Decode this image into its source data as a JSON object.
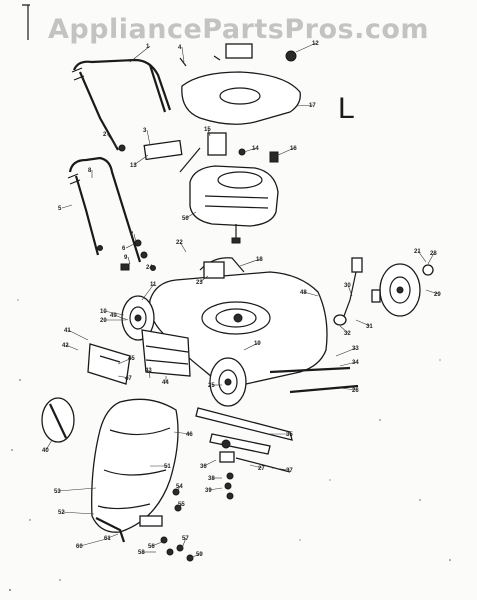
{
  "watermark": "AppliancePartsPros.com",
  "section_mark": "L",
  "callouts": [
    "1",
    "2",
    "3",
    "4",
    "5",
    "6",
    "7",
    "8",
    "9",
    "10",
    "11",
    "12",
    "13",
    "14",
    "15",
    "16",
    "17",
    "18",
    "19",
    "20",
    "21",
    "22",
    "23",
    "24",
    "25",
    "26",
    "27",
    "28",
    "29",
    "30",
    "31",
    "32",
    "33",
    "34",
    "35",
    "36",
    "37",
    "38",
    "39",
    "40",
    "41",
    "42",
    "43",
    "44",
    "45",
    "46",
    "47",
    "48",
    "49",
    "50",
    "51",
    "52",
    "53",
    "54",
    "55",
    "56",
    "57",
    "58",
    "59",
    "60",
    "61"
  ]
}
